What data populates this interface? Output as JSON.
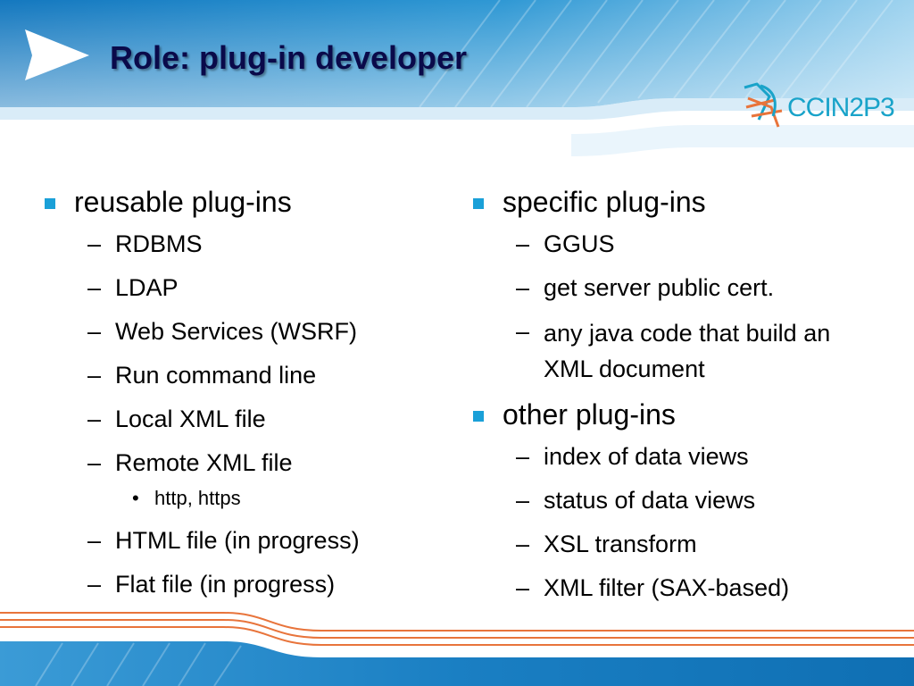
{
  "title": "Role: plug-in developer",
  "logo": {
    "text": "CCIN2P3"
  },
  "colors": {
    "accent": "#1aa0d8",
    "header_blue": "#1a87c6",
    "stripe_orange": "#e8743b",
    "title": "#0a0a4a"
  },
  "left": {
    "heading": "reusable plug-ins",
    "items": [
      "RDBMS",
      "LDAP",
      "Web Services (WSRF)",
      "Run command line",
      "Local XML file",
      "Remote XML file"
    ],
    "sub": [
      "http, https"
    ],
    "items_after": [
      "HTML file (in progress)",
      "Flat file (in progress)"
    ]
  },
  "right": {
    "group1": {
      "heading": "specific plug-ins",
      "items": [
        "GGUS",
        "get server public cert.",
        "any java code that build an XML document"
      ]
    },
    "group2": {
      "heading": "other plug-ins",
      "items": [
        "index of data views",
        "status of data views",
        "XSL transform",
        "XML filter (SAX-based)"
      ]
    }
  }
}
